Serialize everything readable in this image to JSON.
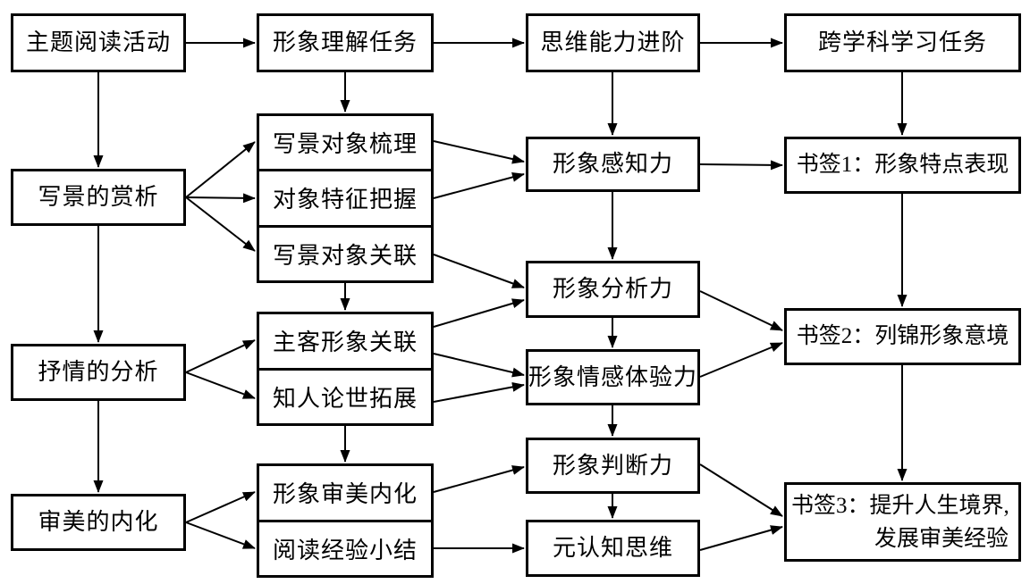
{
  "figure": {
    "type": "flowchart",
    "background_color": "#ffffff",
    "line_color": "#000000",
    "nodes": {
      "theme_reading_activity": {
        "label": "主题阅读活动"
      },
      "image_comprehension_task": {
        "label": "形象理解任务"
      },
      "thinking_ability_progression": {
        "label": "思维能力进阶"
      },
      "interdisciplinary_task": {
        "label": "跨学科学习任务"
      },
      "scenery_appreciation": {
        "label": "写景的赏析"
      },
      "lyric_analysis": {
        "label": "抒情的分析"
      },
      "aesthetic_internalization": {
        "label": "审美的内化"
      },
      "scenery_object_sorting": {
        "label": "写景对象梳理"
      },
      "object_feature_grasp": {
        "label": "对象特征把握"
      },
      "scenery_object_association": {
        "label": "写景对象关联"
      },
      "subject_object_image_association": {
        "label": "主客形象关联"
      },
      "biographical_context_expansion": {
        "label": "知人论世拓展"
      },
      "image_aesthetic_internalization": {
        "label": "形象审美内化"
      },
      "reading_experience_summary": {
        "label": "阅读经验小结"
      },
      "image_perception": {
        "label": "形象感知力"
      },
      "image_analysis": {
        "label": "形象分析力"
      },
      "image_emotional_experience": {
        "label": "形象情感体验力"
      },
      "image_judgment": {
        "label": "形象判断力"
      },
      "metacognitive_thinking": {
        "label": "元认知思维"
      },
      "bookmark_1": {
        "label": "书签1：形象特点表现"
      },
      "bookmark_2": {
        "label": "书签2：列锦形象意境"
      },
      "bookmark_3": {
        "label_line1": "书签3：提升人生境界,",
        "label_line2": "发展审美经验"
      }
    },
    "edges": [
      {
        "from": "theme_reading_activity",
        "to": "image_comprehension_task"
      },
      {
        "from": "image_comprehension_task",
        "to": "thinking_ability_progression"
      },
      {
        "from": "thinking_ability_progression",
        "to": "interdisciplinary_task"
      },
      {
        "from": "theme_reading_activity",
        "to": "scenery_appreciation"
      },
      {
        "from": "scenery_appreciation",
        "to": "lyric_analysis"
      },
      {
        "from": "lyric_analysis",
        "to": "aesthetic_internalization"
      },
      {
        "from": "image_comprehension_task",
        "to": "scenery_object_sorting"
      },
      {
        "from": "scenery_object_association",
        "to": "subject_object_image_association"
      },
      {
        "from": "biographical_context_expansion",
        "to": "image_aesthetic_internalization"
      },
      {
        "from": "thinking_ability_progression",
        "to": "image_perception"
      },
      {
        "from": "image_perception",
        "to": "image_analysis"
      },
      {
        "from": "image_analysis",
        "to": "image_emotional_experience"
      },
      {
        "from": "image_emotional_experience",
        "to": "image_judgment"
      },
      {
        "from": "image_judgment",
        "to": "metacognitive_thinking"
      },
      {
        "from": "interdisciplinary_task",
        "to": "bookmark_1"
      },
      {
        "from": "bookmark_1",
        "to": "bookmark_2"
      },
      {
        "from": "bookmark_2",
        "to": "bookmark_3"
      },
      {
        "from": "scenery_appreciation",
        "to": "scenery_object_sorting"
      },
      {
        "from": "scenery_appreciation",
        "to": "object_feature_grasp"
      },
      {
        "from": "scenery_appreciation",
        "to": "scenery_object_association"
      },
      {
        "from": "lyric_analysis",
        "to": "subject_object_image_association"
      },
      {
        "from": "lyric_analysis",
        "to": "biographical_context_expansion"
      },
      {
        "from": "aesthetic_internalization",
        "to": "image_aesthetic_internalization"
      },
      {
        "from": "aesthetic_internalization",
        "to": "reading_experience_summary"
      },
      {
        "from": "scenery_object_sorting",
        "to": "image_perception"
      },
      {
        "from": "object_feature_grasp",
        "to": "image_perception"
      },
      {
        "from": "scenery_object_association",
        "to": "image_analysis"
      },
      {
        "from": "subject_object_image_association",
        "to": "image_analysis"
      },
      {
        "from": "subject_object_image_association",
        "to": "image_emotional_experience"
      },
      {
        "from": "biographical_context_expansion",
        "to": "image_emotional_experience"
      },
      {
        "from": "image_aesthetic_internalization",
        "to": "image_judgment"
      },
      {
        "from": "reading_experience_summary",
        "to": "metacognitive_thinking"
      },
      {
        "from": "image_perception",
        "to": "bookmark_1"
      },
      {
        "from": "image_analysis",
        "to": "bookmark_2"
      },
      {
        "from": "image_emotional_experience",
        "to": "bookmark_2"
      },
      {
        "from": "image_judgment",
        "to": "bookmark_3"
      },
      {
        "from": "metacognitive_thinking",
        "to": "bookmark_3"
      }
    ]
  }
}
